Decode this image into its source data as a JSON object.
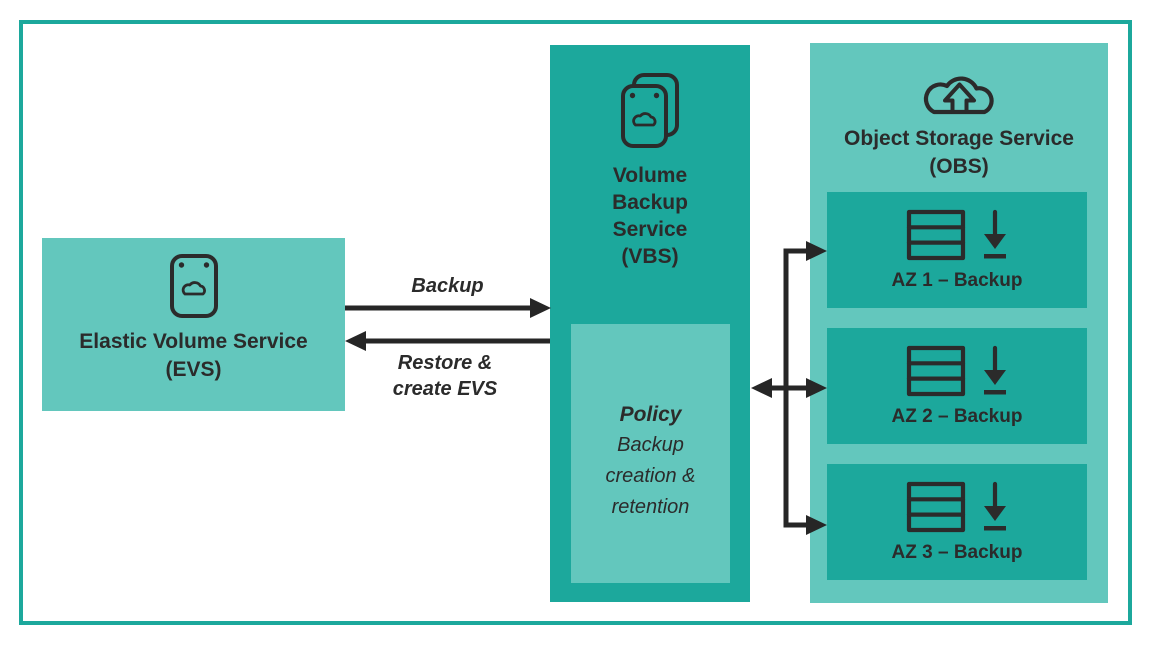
{
  "colors": {
    "dark_teal": "#1ca89c",
    "light_teal": "#63c7bd",
    "text_dark": "#2b2b2b",
    "arrow_black": "#262626",
    "background": "#ffffff"
  },
  "diagram": {
    "evs": {
      "icon": "volume-cloud-icon",
      "lines": [
        "Elastic Volume Service",
        "(EVS)"
      ]
    },
    "vbs": {
      "icon": "volume-backup-stack-icon",
      "lines": [
        "Volume",
        "Backup",
        "Service",
        "(VBS)"
      ],
      "policy": {
        "title": "Policy",
        "lines": [
          "Backup",
          "creation &",
          "retention"
        ]
      }
    },
    "obs": {
      "icon": "cloud-upload-icon",
      "lines": [
        "Object Storage Service",
        "(OBS)"
      ],
      "az_zones": [
        {
          "icon": "storage-stack-icon, download-icon",
          "label": "AZ 1 – Backup"
        },
        {
          "icon": "storage-stack-icon, download-icon",
          "label": "AZ 2 – Backup"
        },
        {
          "icon": "storage-stack-icon, download-icon",
          "label": "AZ 3 – Backup"
        }
      ]
    },
    "flows": {
      "backup_label": "Backup",
      "restore_lines": [
        "Restore &",
        "create EVS"
      ]
    }
  }
}
